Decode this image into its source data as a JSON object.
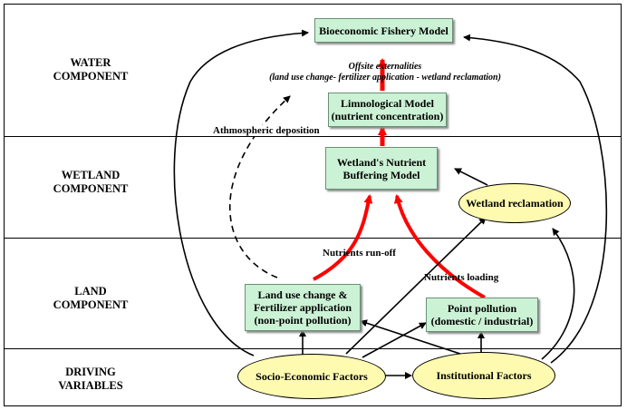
{
  "zones": {
    "water": [
      "WATER",
      "COMPONENT"
    ],
    "wetland": [
      "WETLAND",
      "COMPONENT"
    ],
    "land": [
      "LAND",
      "COMPONENT"
    ],
    "driving": [
      "DRIVING",
      "VARIABLES"
    ]
  },
  "nodes": {
    "fishery": "Bioeconomic Fishery Model",
    "limnological": [
      "Limnological Model",
      "(nutrient concentration)"
    ],
    "wetland_model": [
      "Wetland's Nutrient",
      "Buffering Model"
    ],
    "wetland_reclamation": "Wetland reclamation",
    "land_use": [
      "Land use change &",
      "Fertilizer application",
      "(non-point pollution)"
    ],
    "point_pollution": [
      "Point pollution",
      "(domestic / industrial)"
    ],
    "socio_economic": "Socio-Economic Factors",
    "institutional": "Institutional Factors"
  },
  "labels": {
    "offsite_title": "Offsite externalities",
    "offsite_detail": "(land use change- fertilizer application - wetland reclamation)",
    "atmospheric": "Athmospheric deposition",
    "runoff": "Nutrients run-off",
    "loading": "Nutrients loading"
  },
  "colors": {
    "box_fill": "#ccf2d5",
    "ellipse_fill": "#fefbb0",
    "flow_red": "#ff0000"
  }
}
